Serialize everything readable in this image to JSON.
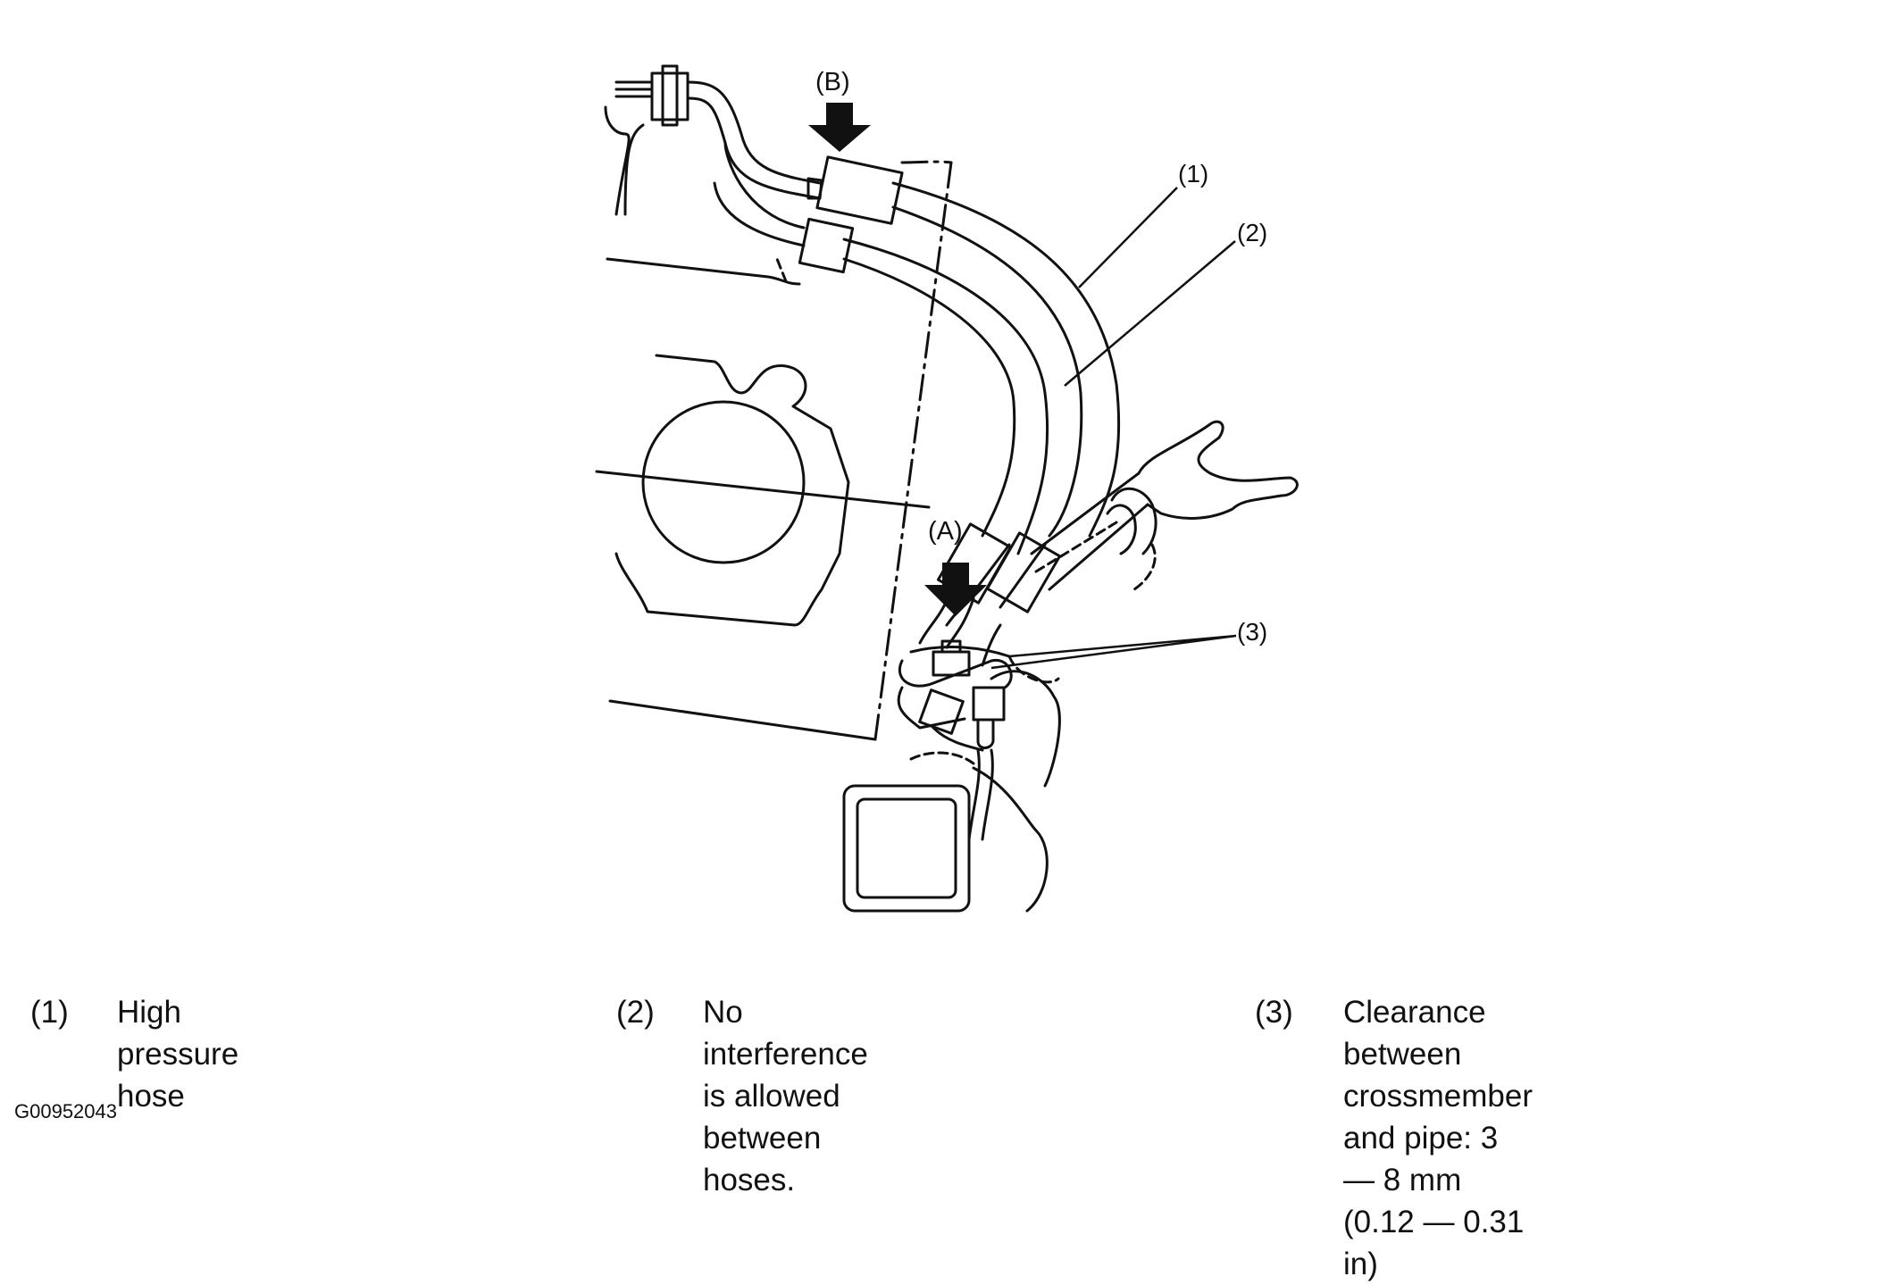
{
  "diagram": {
    "callout_a": "(A)",
    "callout_b": "(B)",
    "callout_1": "(1)",
    "callout_2": "(2)",
    "callout_3": "(3)"
  },
  "legend": [
    {
      "num": "(1)",
      "text": "High pressure hose"
    },
    {
      "num": "(2)",
      "text": "No interference is allowed\nbetween hoses."
    },
    {
      "num": "(3)",
      "text": "Clearance between crossmember\nand pipe: 3 — 8 mm (0.12 — 0.31 in)"
    }
  ],
  "figure_id": "G00952043"
}
